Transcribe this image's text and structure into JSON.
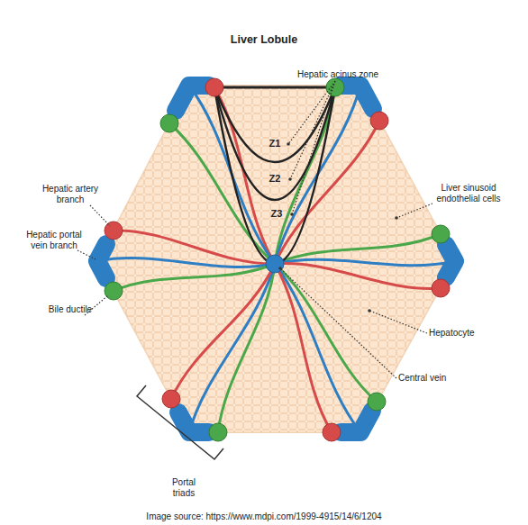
{
  "diagram": {
    "title": "Liver Lobule",
    "caption": "Image source: https://www.mdpi.com/1999-4915/14/6/1204",
    "labels": [
      "Hepatic acinus zone",
      "Z1",
      "Z2",
      "Z3",
      "Liver sinusoid endothelial cells",
      "Hepatic artery branch",
      "Hepatic portal vein branch",
      "Bile ductile",
      "Hepatocyte",
      "Central vein",
      "Portal triads"
    ]
  }
}
